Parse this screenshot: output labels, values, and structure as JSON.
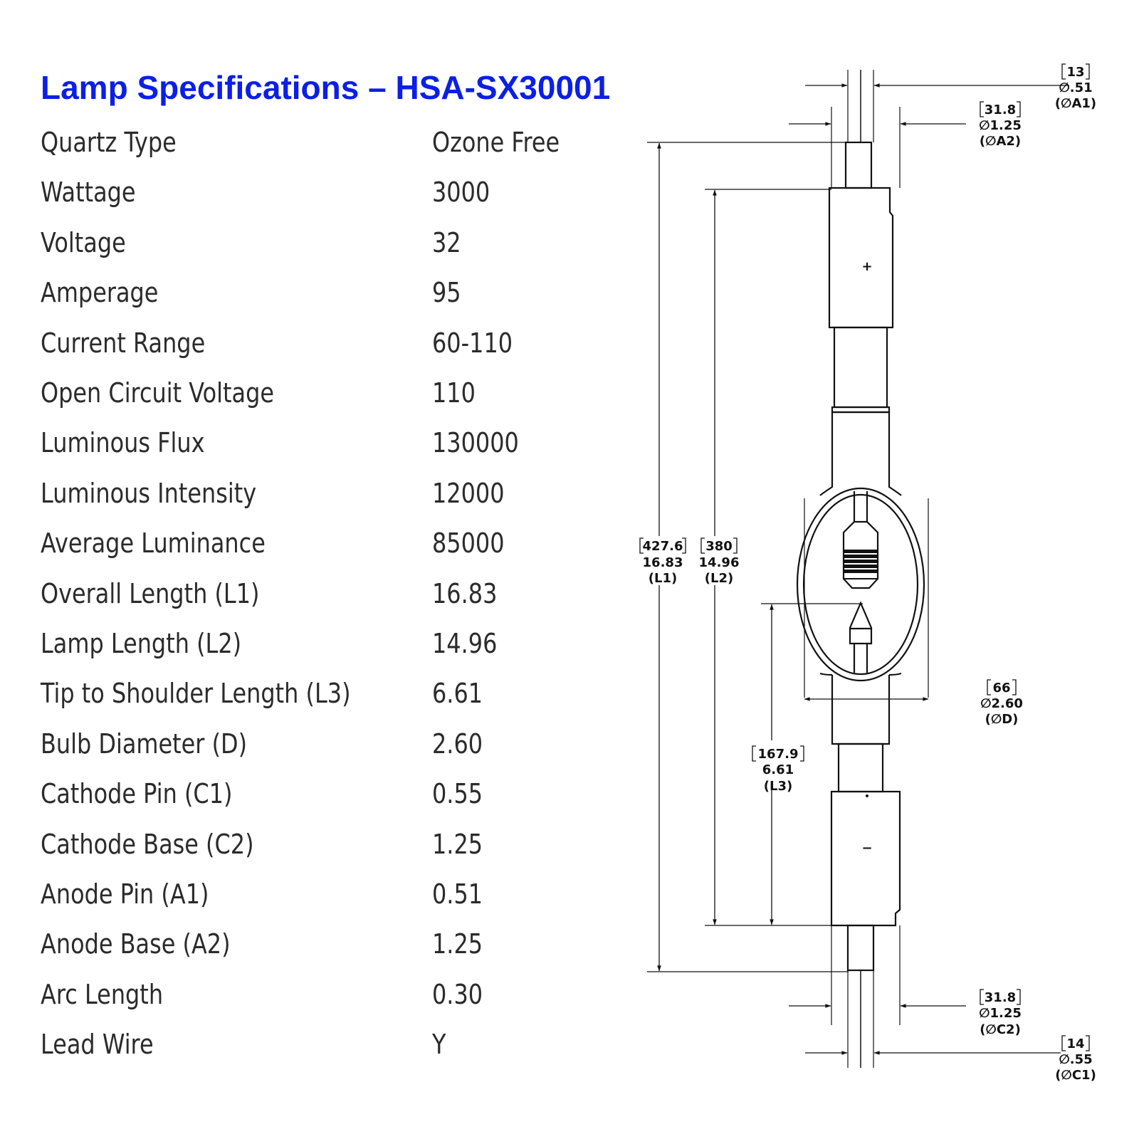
{
  "title": "Lamp Specifications – HSA-SX30001",
  "specs": [
    {
      "label": "Quartz Type",
      "value": "Ozone Free"
    },
    {
      "label": "Wattage",
      "value": "3000"
    },
    {
      "label": "Voltage",
      "value": "32"
    },
    {
      "label": "Amperage",
      "value": "95"
    },
    {
      "label": "Current Range",
      "value": "60-110"
    },
    {
      "label": "Open Circuit Voltage",
      "value": "110"
    },
    {
      "label": "Luminous Flux",
      "value": "130000"
    },
    {
      "label": "Luminous Intensity",
      "value": "12000"
    },
    {
      "label": "Average Luminance",
      "value": "85000"
    },
    {
      "label": "Overall Length (L1)",
      "value": "16.83"
    },
    {
      "label": "Lamp Length (L2)",
      "value": "14.96"
    },
    {
      "label": "Tip to Shoulder Length (L3)",
      "value": "6.61"
    },
    {
      "label": "Bulb Diameter (D)",
      "value": "2.60"
    },
    {
      "label": "Cathode Pin (C1)",
      "value": "0.55"
    },
    {
      "label": "Cathode Base (C2)",
      "value": "1.25"
    },
    {
      "label": "Anode Pin (A1)",
      "value": "0.51"
    },
    {
      "label": "Anode Base (A2)",
      "value": "1.25"
    },
    {
      "label": "Arc Length",
      "value": "0.30"
    },
    {
      "label": "Lead Wire",
      "value": "Y"
    }
  ],
  "drawing": {
    "anode_symbol": "+",
    "cathode_symbol": "−",
    "dims": {
      "a1": {
        "mm": "13",
        "inch": "∅.51",
        "tag": "(∅A1)"
      },
      "a2": {
        "mm": "31.8",
        "inch": "∅1.25",
        "tag": "(∅A2)"
      },
      "l1": {
        "mm": "427.6",
        "inch": "16.83",
        "tag": "(L1)"
      },
      "l2": {
        "mm": "380",
        "inch": "14.96",
        "tag": "(L2)"
      },
      "d": {
        "mm": "66",
        "inch": "∅2.60",
        "tag": "(∅D)"
      },
      "l3": {
        "mm": "167.9",
        "inch": "6.61",
        "tag": "(L3)"
      },
      "c2": {
        "mm": "31.8",
        "inch": "∅1.25",
        "tag": "(∅C2)"
      },
      "c1": {
        "mm": "14",
        "inch": "∅.55",
        "tag": "(∅C1)"
      }
    }
  }
}
